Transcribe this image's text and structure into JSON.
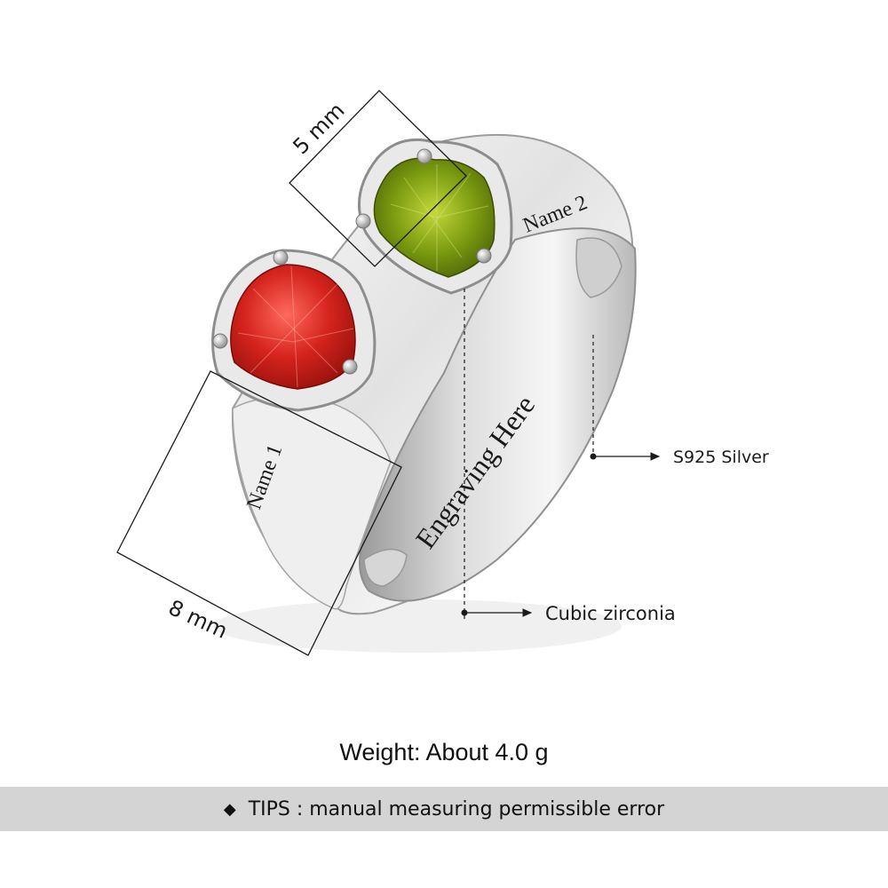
{
  "engravings": {
    "name_1": "Name 1",
    "name_2": "Name 2",
    "inner": "Engraving Here"
  },
  "dimensions": {
    "heart_width": "5 mm",
    "band_width": "8 mm"
  },
  "callouts": {
    "material": "S925  Silver",
    "stone": "Cubic zirconia"
  },
  "weight": "Weight: About 4.0 g",
  "tips": {
    "icon": "diamond-bullet-icon",
    "text": "TIPS : manual measuring permissible error"
  },
  "colors": {
    "background": "#ffffff",
    "tips_bar": "#d4d4d4",
    "stone_1": "#d4231c",
    "stone_2": "#7a9a10",
    "metal": "#e8e8e8"
  }
}
